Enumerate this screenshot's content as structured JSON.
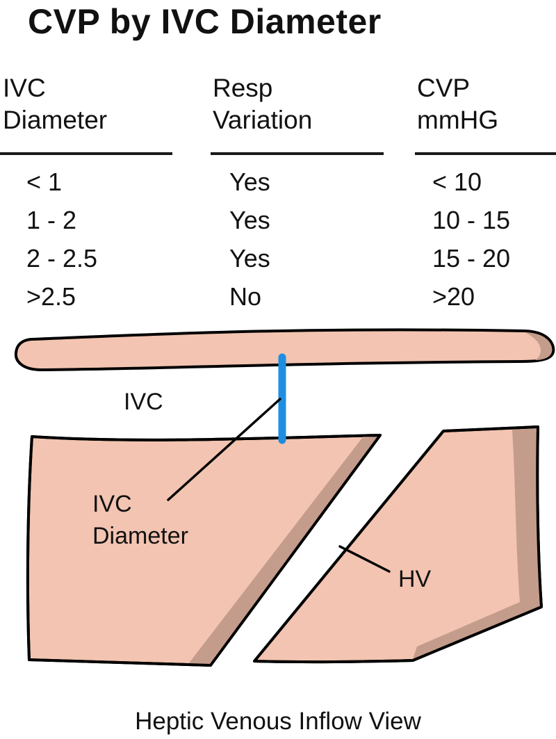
{
  "title": "CVP by IVC Diameter",
  "table": {
    "headers": [
      {
        "line1": "IVC",
        "line2": "Diameter"
      },
      {
        "line1": "Resp",
        "line2": "Variation"
      },
      {
        "line1": "CVP",
        "line2": "mmHG"
      }
    ],
    "rows": [
      [
        "< 1",
        "Yes",
        "< 10"
      ],
      [
        "1 - 2",
        "Yes",
        "10 - 15"
      ],
      [
        "2 - 2.5",
        "Yes",
        "15 - 20"
      ],
      [
        ">2.5",
        "No",
        ">20"
      ]
    ]
  },
  "diagram": {
    "labels": {
      "ivc": "IVC",
      "ivc_diameter_line1": "IVC",
      "ivc_diameter_line2": "Diameter",
      "hv": "HV"
    },
    "colors": {
      "tissue": "#f2c4b1",
      "tissue_shadow": "#c49c8b",
      "measure_line": "#1e8fe0",
      "outline": "#000000"
    }
  },
  "caption": "Heptic Venous Inflow View"
}
